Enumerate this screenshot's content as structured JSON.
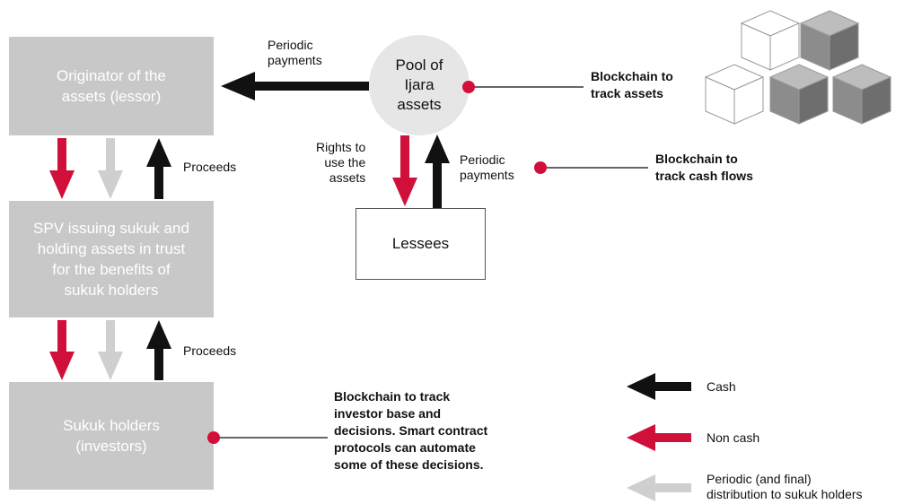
{
  "colors": {
    "cash": "#111111",
    "non_cash": "#d0103a",
    "distribution": "#cfcfcf",
    "box_gray": "#c8c8c8",
    "connector_dot": "#d0103a"
  },
  "nodes": {
    "originator": "Originator of the\nassets (lessor)",
    "spv": "SPV issuing sukuk and\nholding assets in trust\nfor the benefits of\nsukuk holders",
    "sukuk_holders": "Sukuk holders\n(investors)",
    "pool": "Pool of\nIjara\nassets",
    "lessees": "Lessees"
  },
  "flow_labels": {
    "periodic_payments_top": "Periodic\npayments",
    "proceeds_top": "Proceeds",
    "proceeds_bottom": "Proceeds",
    "rights_to_use": "Rights to\nuse the\nassets",
    "periodic_payments_lessees": "Periodic\npayments"
  },
  "blockchain_labels": {
    "assets": "Blockchain to\ntrack assets",
    "cash_flows": "Blockchain to\ntrack cash flows",
    "investors": "Blockchain to track\ninvestor base and\ndecisions. Smart contract\nprotocols can automate\nsome of these decisions."
  },
  "legend": {
    "cash": "Cash",
    "non_cash": "Non cash",
    "distribution": "Periodic (and final)\ndistribution to sukuk holders"
  },
  "icons": {
    "cubes": "stacked-cubes-icon"
  }
}
